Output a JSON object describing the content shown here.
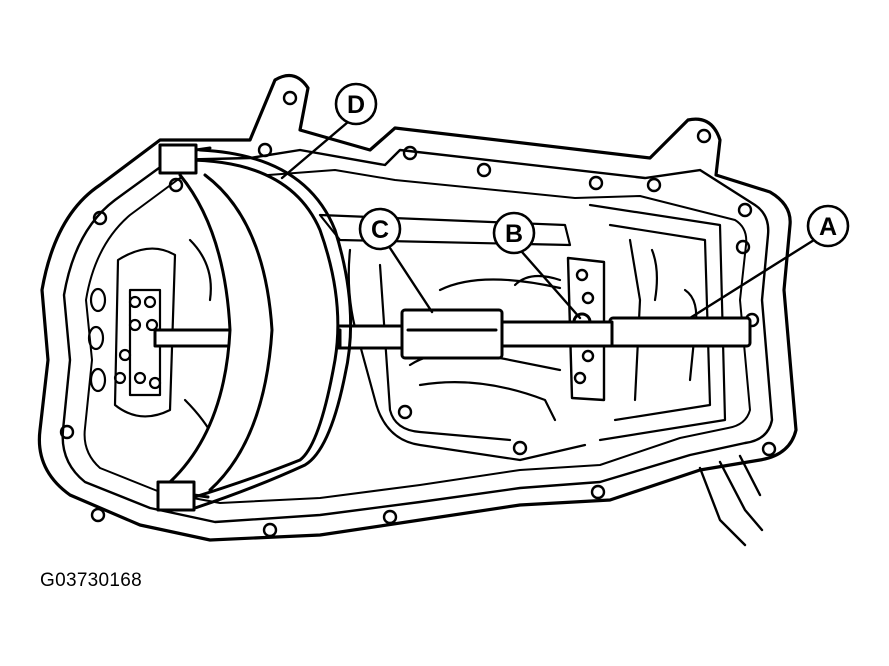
{
  "figure": {
    "code": "G03730168"
  },
  "callouts": {
    "a": "A",
    "b": "B",
    "c": "C",
    "d": "D"
  },
  "colors": {
    "ink": "#000000",
    "paper": "#ffffff"
  }
}
